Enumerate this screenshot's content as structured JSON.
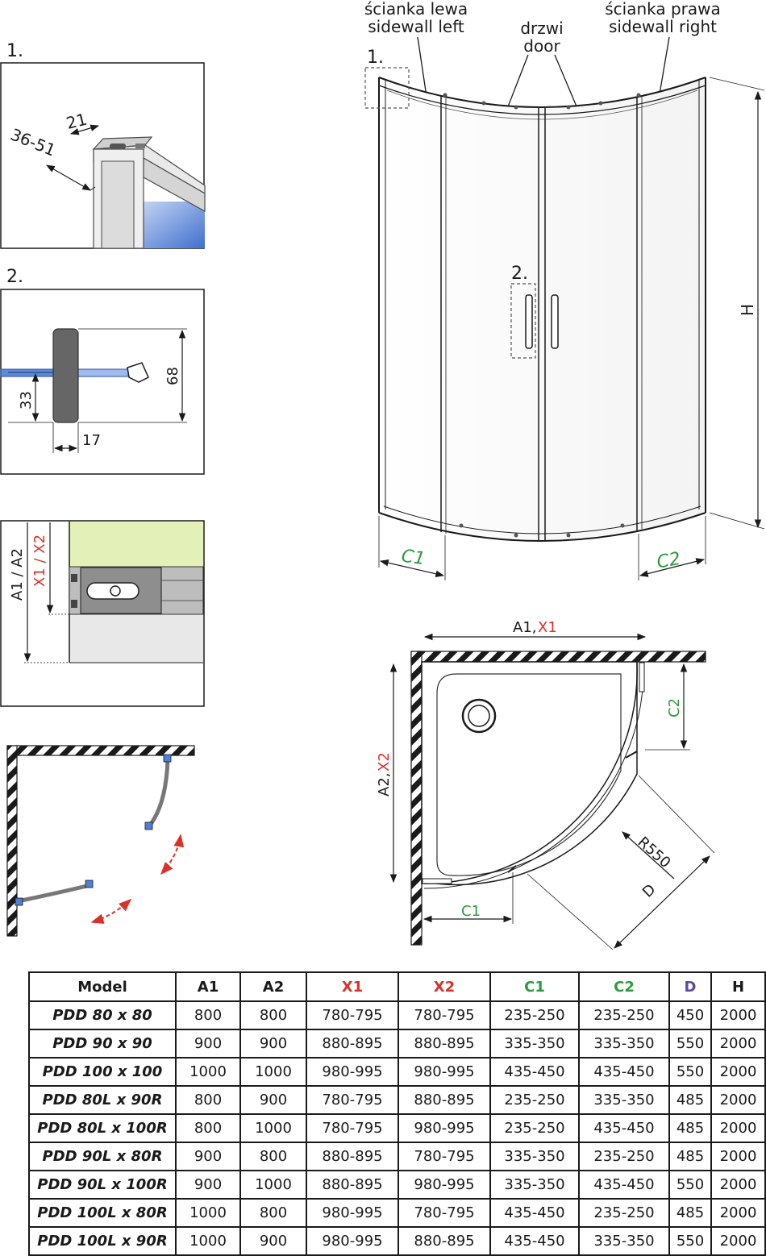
{
  "detail1": {
    "number": "1.",
    "dim_a": "21",
    "dim_b": "36-51"
  },
  "detail2": {
    "number": "2.",
    "dim_height": "68",
    "dim_offset": "33",
    "dim_width": "17"
  },
  "detail3": {
    "label_a": "A1 / A2",
    "label_x": "X1 / X2"
  },
  "front_view": {
    "callout_1": "1.",
    "callout_2": "2.",
    "sidewall_left_pl": "ścianka lewa",
    "sidewall_left_en": "sidewall left",
    "door_pl": "drzwi",
    "door_en": "door",
    "sidewall_right_pl": "ścianka prawa",
    "sidewall_right_en": "sidewall right",
    "dim_c1": "C1",
    "dim_c2": "C2",
    "dim_h": "H"
  },
  "plan_view": {
    "dim_a1": "A1,",
    "dim_x1": "X1",
    "dim_a2": "A2,",
    "dim_x2": "X2",
    "dim_c1": "C1",
    "dim_c2": "C2",
    "dim_radius": "R550",
    "dim_d": "D"
  },
  "colors": {
    "red": "#d8322a",
    "green": "#2e9a3e",
    "purple": "#5a4aa8",
    "line": "#1a1a1a"
  },
  "table": {
    "headers": [
      "Model",
      "A1",
      "A2",
      "X1",
      "X2",
      "C1",
      "C2",
      "D",
      "H"
    ],
    "rows": [
      [
        "PDD 80 x 80",
        "800",
        "800",
        "780-795",
        "780-795",
        "235-250",
        "235-250",
        "450",
        "2000"
      ],
      [
        "PDD 90 x 90",
        "900",
        "900",
        "880-895",
        "880-895",
        "335-350",
        "335-350",
        "550",
        "2000"
      ],
      [
        "PDD 100 x 100",
        "1000",
        "1000",
        "980-995",
        "980-995",
        "435-450",
        "435-450",
        "550",
        "2000"
      ],
      [
        "PDD 80L x 90R",
        "800",
        "900",
        "780-795",
        "880-895",
        "235-250",
        "335-350",
        "485",
        "2000"
      ],
      [
        "PDD 80L x 100R",
        "800",
        "1000",
        "780-795",
        "980-995",
        "235-250",
        "435-450",
        "485",
        "2000"
      ],
      [
        "PDD 90L x 80R",
        "900",
        "800",
        "880-895",
        "780-795",
        "335-350",
        "235-250",
        "485",
        "2000"
      ],
      [
        "PDD 90L x 100R",
        "900",
        "1000",
        "880-895",
        "980-995",
        "335-350",
        "435-450",
        "550",
        "2000"
      ],
      [
        "PDD 100L x 80R",
        "1000",
        "800",
        "980-995",
        "780-795",
        "435-450",
        "235-250",
        "485",
        "2000"
      ],
      [
        "PDD 100L x 90R",
        "1000",
        "900",
        "980-995",
        "880-895",
        "435-450",
        "335-350",
        "550",
        "2000"
      ]
    ]
  }
}
